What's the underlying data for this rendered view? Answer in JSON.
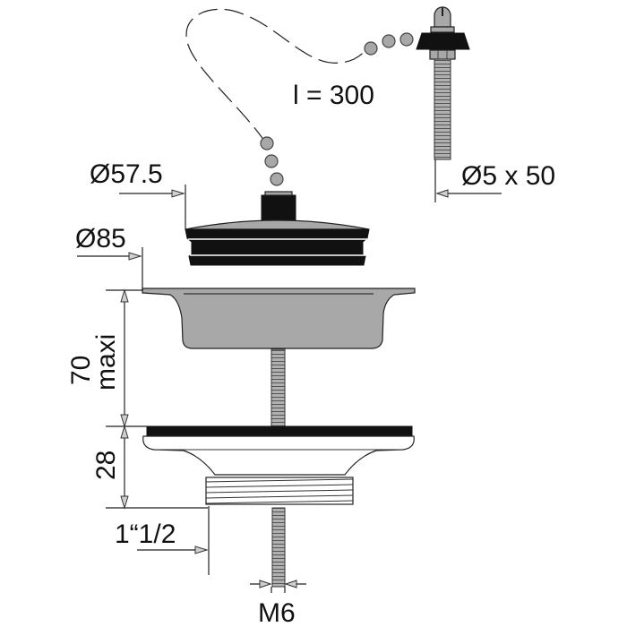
{
  "title": "Sink waste with plug and chain — technical drawing",
  "colors": {
    "background": "#ffffff",
    "metal_gray": "#a8a8a8",
    "rubber_black": "#111111",
    "line": "#222222"
  },
  "labels": {
    "chain_length": "l = 300",
    "plug_top_diameter": "Ø57.5",
    "flange_diameter": "Ø85",
    "screw_spec": "Ø5 x 50",
    "height_max_value": "70",
    "height_max_suffix": "maxi",
    "body_height": "28",
    "thread_size": "1“1/2",
    "bolt_thread": "M6"
  },
  "components": [
    {
      "name": "chain",
      "description": "ball chain, dashed to indicate length"
    },
    {
      "name": "anchor-screw",
      "description": "slotted screw with rubber cone washer and nut"
    },
    {
      "name": "plug",
      "description": "rubber stopper with gray cap"
    },
    {
      "name": "strainer-bowl",
      "description": "top flange bowl"
    },
    {
      "name": "center-bolt",
      "description": "threaded connecting rod"
    },
    {
      "name": "body",
      "description": "bottom threaded body with gasket"
    }
  ]
}
